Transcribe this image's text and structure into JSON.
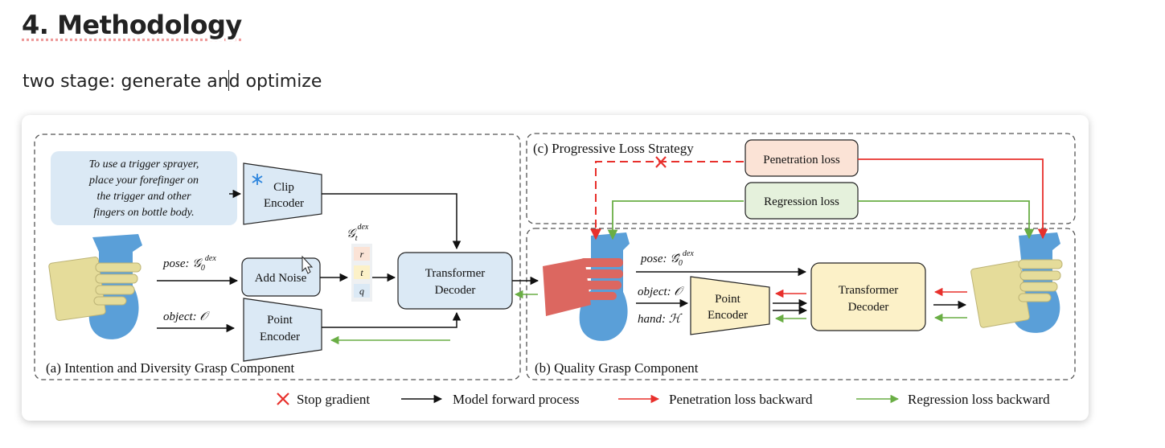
{
  "heading": "4. Methodology",
  "subtitle": {
    "before_cursor": "two stage: generate an",
    "after_cursor": "d optimize"
  },
  "figure": {
    "panel_a_label": "(a) Intention and Diversity Grasp Component",
    "panel_b_label": "(b) Quality Grasp Component",
    "panel_c_label": "(c) Progressive Loss Strategy",
    "instruction_lines": [
      "To use a trigger sprayer,",
      "place your forefinger on",
      "the trigger and other",
      "fingers on bottle body."
    ],
    "clip_encoder": [
      "Clip",
      "Encoder"
    ],
    "add_noise": "Add Noise",
    "point_encoder_a": [
      "Point",
      "Encoder"
    ],
    "transformer_decoder_a": [
      "Transformer",
      "Decoder"
    ],
    "point_encoder_b": [
      "Point",
      "Encoder"
    ],
    "transformer_decoder_b": [
      "Transformer",
      "Decoder"
    ],
    "pose_label_a": "pose: 𝒢",
    "pose_sub_a": "0",
    "pose_sup_a": "dex",
    "object_label_a": "object: 𝒪",
    "gt_symbol": "𝒢",
    "gt_sub": "t",
    "gt_sup": "dex",
    "token_r": "r",
    "token_t": "t",
    "token_q": "q",
    "pose_label_b": "pose: 𝒢̂",
    "pose_sub_b": "0",
    "pose_sup_b": "dex",
    "object_label_b": "object: 𝒪",
    "hand_label_b": "hand: ℋ",
    "penetration_loss": "Penetration loss",
    "regression_loss": "Regression loss",
    "legend": {
      "stop_gradient": "Stop gradient",
      "forward": "Model forward process",
      "penetration_backward": "Penetration loss backward",
      "regression_backward": "Regression loss backward"
    },
    "colors": {
      "blue_box": "#dbe9f5",
      "yellow_box": "#fcf1c8",
      "red_box": "#fbe3d6",
      "green_box": "#e5f1dc",
      "red_arrow": "#e8302c",
      "green_arrow": "#6aae45",
      "hand_yellow": "#e5dc9a",
      "hand_red": "#dc6760",
      "bottle_blue": "#5a9fd8"
    }
  }
}
